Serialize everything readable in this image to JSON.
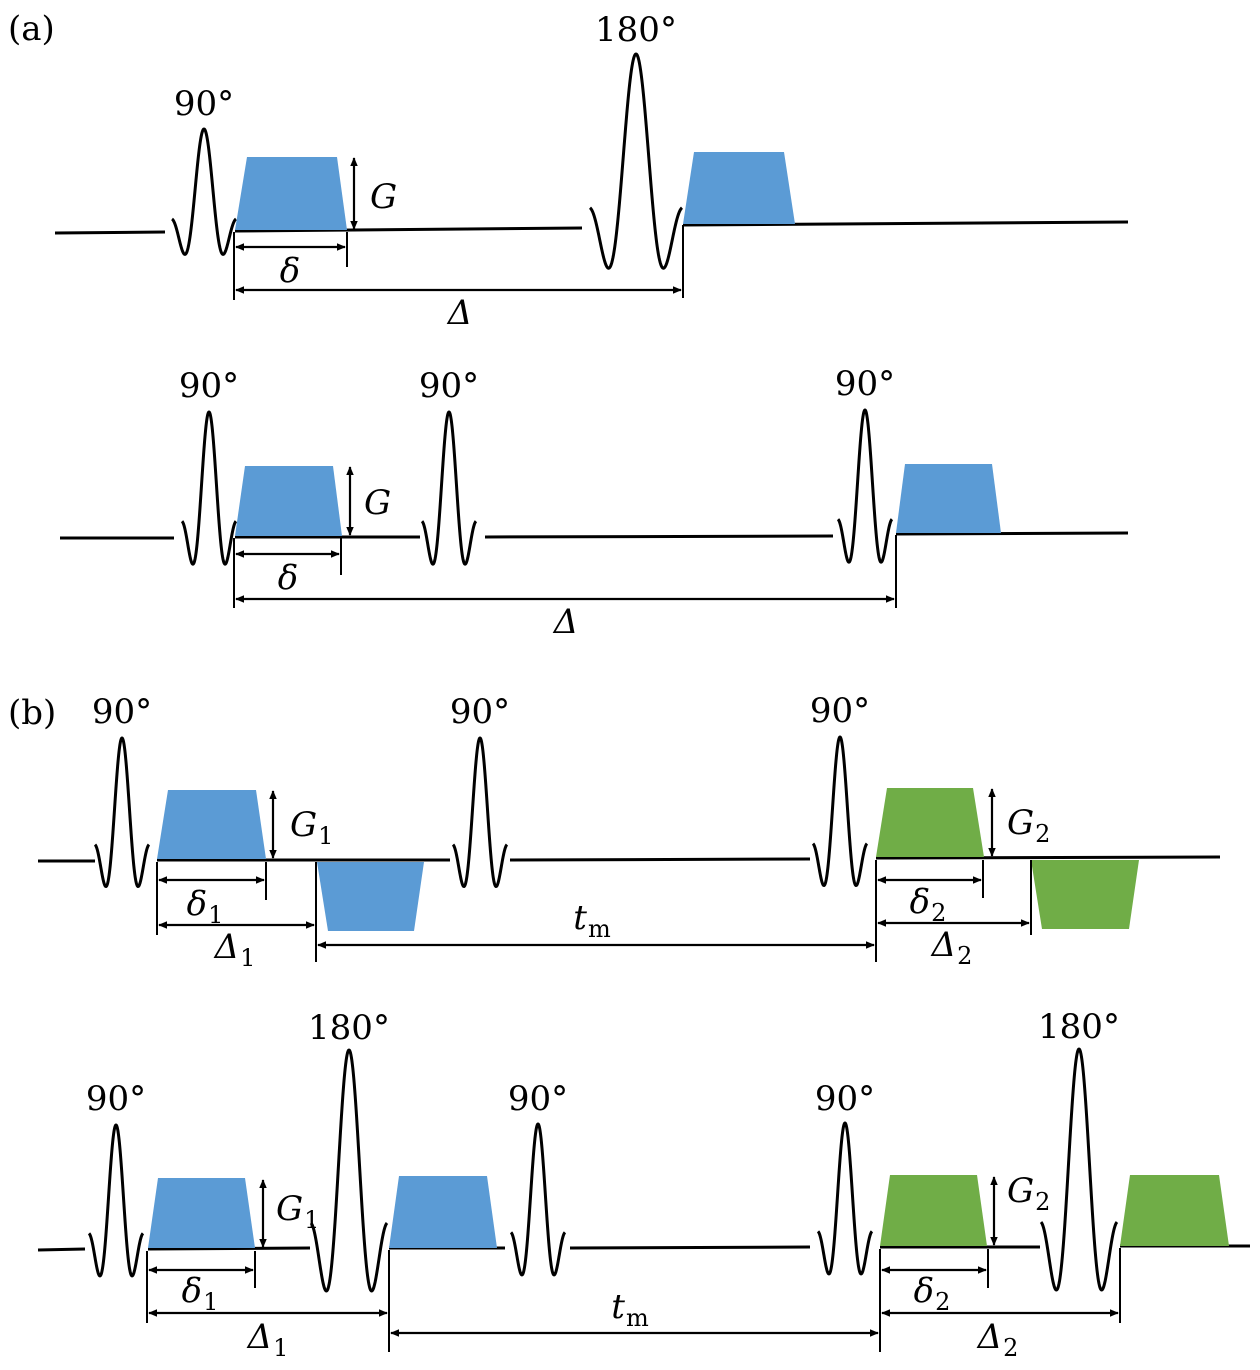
{
  "panels": {
    "a": {
      "label": "(a)"
    },
    "b": {
      "label": "(b)"
    }
  },
  "colors": {
    "blue_gradient": "#5b9bd5",
    "green_gradient": "#70ad47",
    "line": "#000000"
  },
  "labels": {
    "deg90": "90°",
    "deg180": "180°",
    "G": "G",
    "G1": "G",
    "G1_sub": "1",
    "G2": "G",
    "G2_sub": "2",
    "delta": "δ",
    "Delta": "Δ",
    "delta1": "δ",
    "delta1_sub": "1",
    "delta2": "δ",
    "delta2_sub": "2",
    "Delta1": "Δ",
    "Delta1_sub": "1",
    "Delta2": "Δ",
    "Delta2_sub": "2",
    "tm": "t",
    "tm_sub": "m"
  }
}
